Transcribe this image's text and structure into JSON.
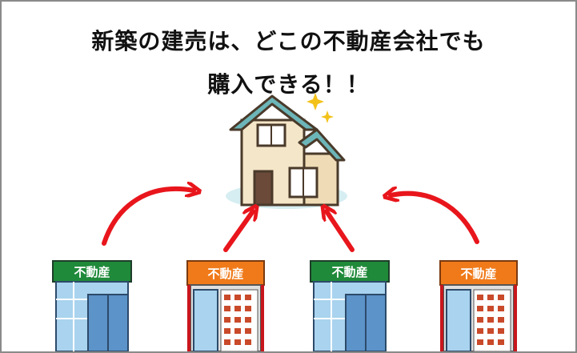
{
  "title": {
    "line1": "新築の建売は、どこの不動産会社でも",
    "line2": "購入できる！！"
  },
  "shops": [
    {
      "sign": "不動産",
      "variant": "green"
    },
    {
      "sign": "不動産",
      "variant": "orange"
    },
    {
      "sign": "不動産",
      "variant": "green"
    },
    {
      "sign": "不動産",
      "variant": "orange"
    }
  ],
  "colors": {
    "arrow": "#e8161c",
    "sign_green": "#1f8a3a",
    "sign_orange": "#f07a1a",
    "roof": "#6cb5b8",
    "house_wall": "#f4e6c8",
    "ground": "#d6eef2",
    "sparkle": "#f3c21a"
  }
}
